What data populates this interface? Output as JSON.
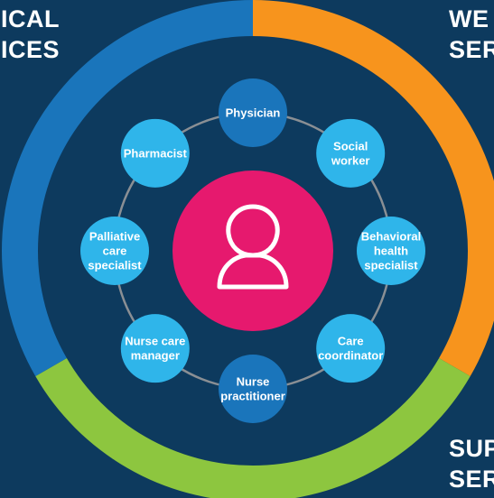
{
  "colors": {
    "background": "#0d3a5e",
    "clinical_ring": "#1a75bb",
    "wellness_ring": "#f7941d",
    "support_ring": "#8dc63f",
    "node_light": "#2fb5ea",
    "node_dark": "#1a75bb",
    "center": "#e6196e",
    "connector": "#8a8f94"
  },
  "segments": {
    "clinical": {
      "line1": "ICAL",
      "line2": "ICES"
    },
    "wellness": {
      "line1": "WE",
      "line2": "SER"
    },
    "support": {
      "line1": "SUP",
      "line2": "SER"
    }
  },
  "center": {
    "icon": "person-icon"
  },
  "team": [
    {
      "key": "physician",
      "lines": [
        "Physician"
      ],
      "tone": "dark"
    },
    {
      "key": "social-worker",
      "lines": [
        "Social",
        "worker"
      ],
      "tone": "light"
    },
    {
      "key": "behavioral-health-specialist",
      "lines": [
        "Behavioral",
        "health",
        "specialist"
      ],
      "tone": "light"
    },
    {
      "key": "care-coordinator",
      "lines": [
        "Care",
        "coordinator"
      ],
      "tone": "light"
    },
    {
      "key": "nurse-practitioner",
      "lines": [
        "Nurse",
        "practitioner"
      ],
      "tone": "dark"
    },
    {
      "key": "nurse-care-manager",
      "lines": [
        "Nurse care",
        "manager"
      ],
      "tone": "light"
    },
    {
      "key": "palliative-care-specialist",
      "lines": [
        "Palliative",
        "care",
        "specialist"
      ],
      "tone": "light"
    },
    {
      "key": "pharmacist",
      "lines": [
        "Pharmacist"
      ],
      "tone": "light"
    }
  ]
}
